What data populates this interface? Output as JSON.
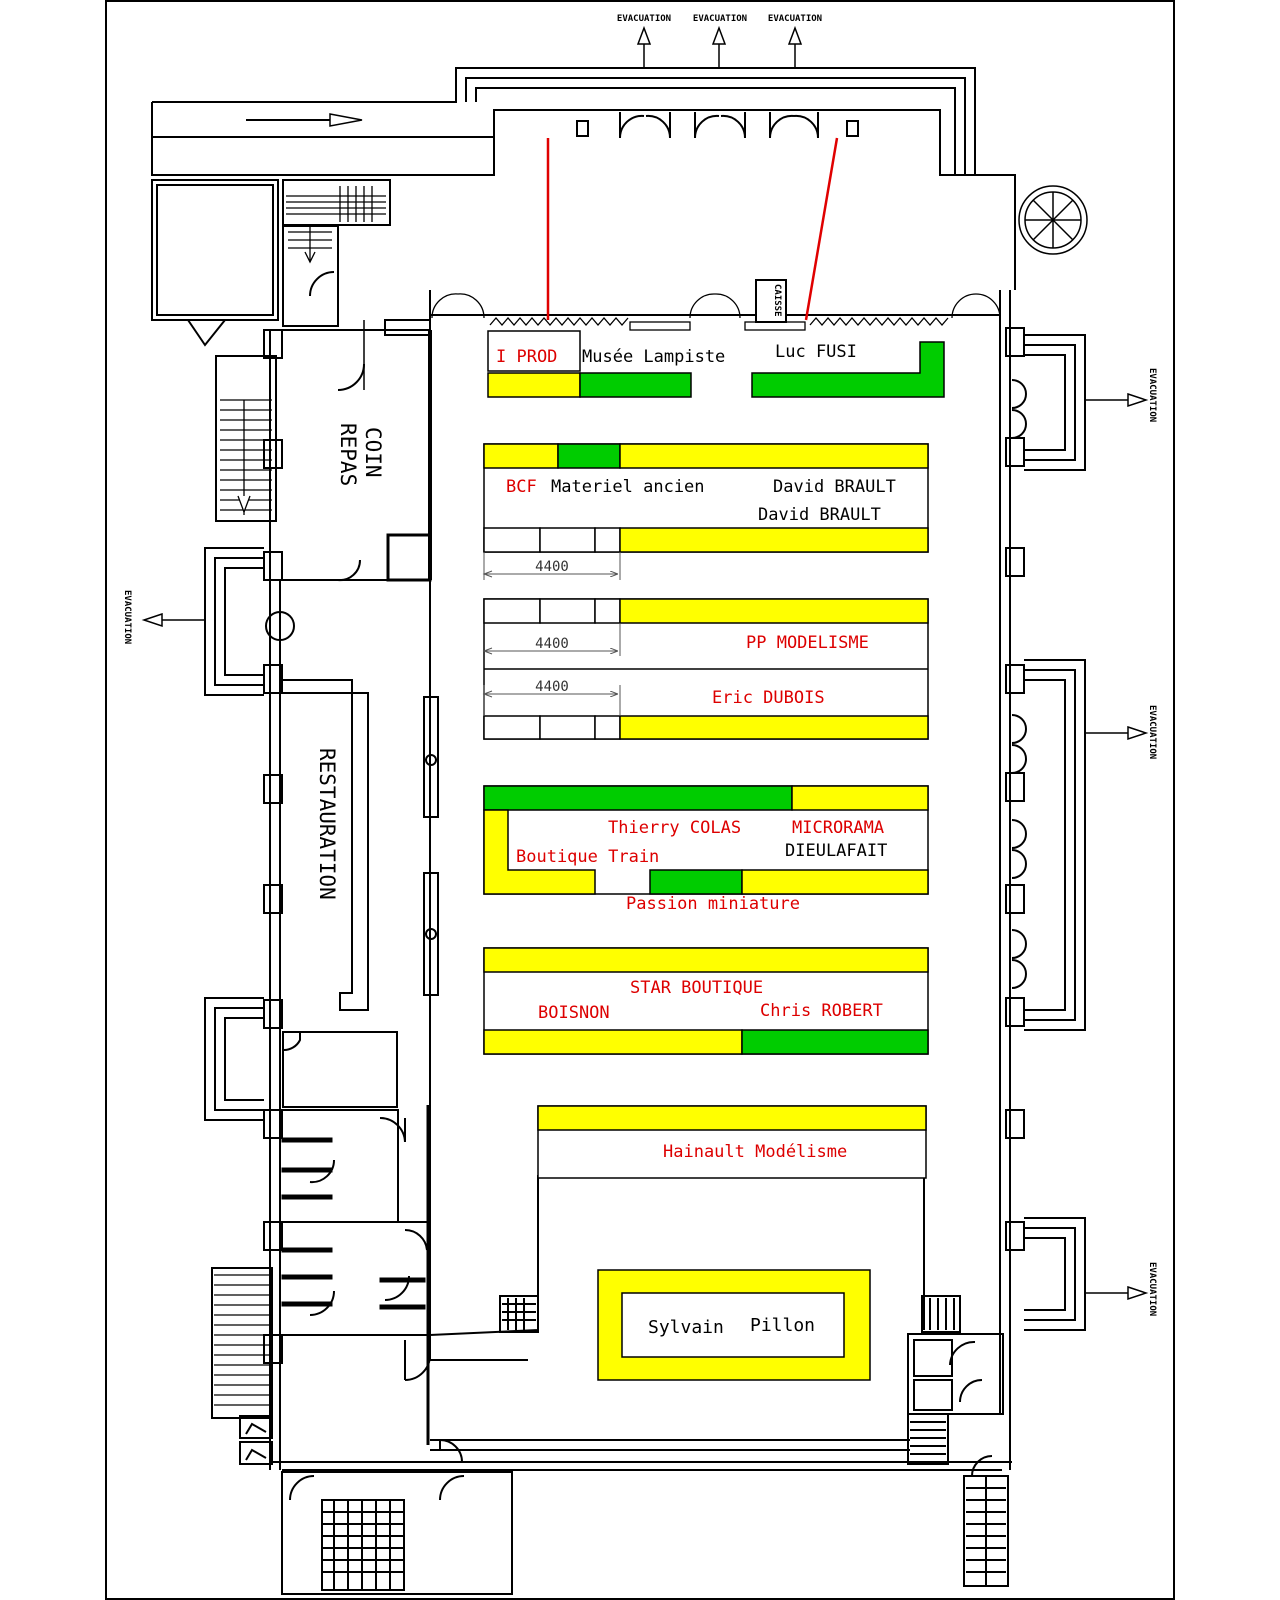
{
  "evacuation_label": "EVACUATION",
  "rooms": {
    "coin_repas": [
      "COIN",
      "REPAS"
    ],
    "restauration": "RESTAURATION",
    "caisse": "CAISSE"
  },
  "stands": {
    "i_prod": "I PROD",
    "musee_lampiste": "Musée Lampiste",
    "luc_fusi": "Luc FUSI",
    "bcf": "BCF",
    "materiel_ancien": "Materiel ancien",
    "david_brault_1": "David BRAULT",
    "david_brault_2": "David BRAULT",
    "pp_modelisme": "PP MODELISME",
    "eric_dubois": "Eric DUBOIS",
    "thierry_colas": "Thierry COLAS",
    "microrama": "MICRORAMA",
    "dieulafait": "DIEULAFAIT",
    "boutique_train": "Boutique Train",
    "passion_miniature": "Passion miniature",
    "star_boutique": "STAR BOUTIQUE",
    "boisnon": "BOISNON",
    "chris_robert": "Chris ROBERT",
    "hainault": "Hainault Modélisme",
    "sylvain": "Sylvain",
    "pillon": "Pillon"
  },
  "dimensions": {
    "d1": "4400",
    "d2": "4400",
    "d3": "4400"
  },
  "colors": {
    "wall": "#000000",
    "highlight": "#ffff00",
    "green": "#00cc00",
    "red_text": "#dd0000",
    "red_line": "#e00000"
  }
}
